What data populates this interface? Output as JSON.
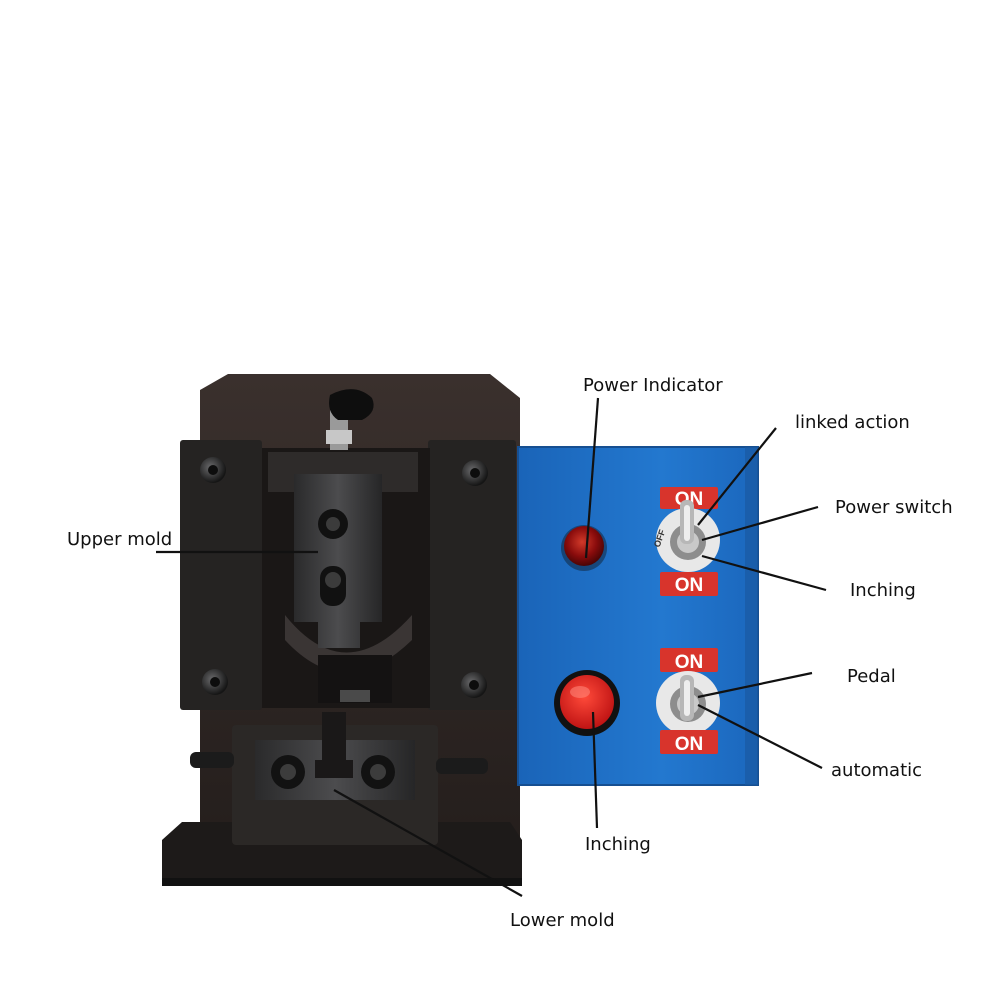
{
  "labels": {
    "upper_mold": "Upper mold",
    "lower_mold": "Lower mold",
    "power_indicator": "Power Indicator",
    "linked_action": "linked action",
    "power_switch": "Power switch",
    "inching_switch": "Inching",
    "pedal": "Pedal",
    "automatic": "automatic",
    "inching_button": "Inching"
  },
  "switch_text": {
    "on_top": "ON",
    "off_left": "OFF",
    "on_bottom": "ON",
    "on_top_2": "ON",
    "on_bottom_2": "ON"
  },
  "colors": {
    "panel_blue": "#1f6fc4",
    "body_dark": "#2b2523",
    "indicator_red": "#b80f0f",
    "button_red": "#e02222",
    "badge_red": "#d8342c"
  }
}
